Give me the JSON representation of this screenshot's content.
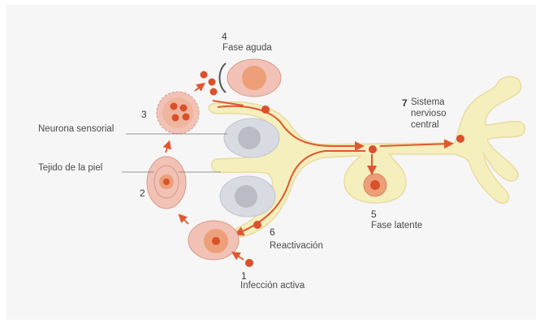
{
  "labels": {
    "stage_1_number": "1",
    "stage_1_text": "Infección activa",
    "stage_2_number": "2",
    "stage_3_number": "3",
    "stage_4_number": "4",
    "stage_4_text": "Fase aguda",
    "stage_5_number": "5",
    "stage_5_text": "Fase latente",
    "stage_6_number": "6",
    "stage_6_text": "Reactivación",
    "stage_7_number": "7",
    "stage_7_line1": "Sistema",
    "stage_7_line2": "nervioso",
    "stage_7_line3": "central",
    "neurona_sensorial": "Neurona sensorial",
    "tejido_piel": "Tejido de la piel"
  },
  "colors": {
    "neuron_fill": "#f5eebd",
    "neuron_stroke": "#e8dca0",
    "cell_fill": "#f1c2b5",
    "cell_stroke": "#d89a8a",
    "nucleus_fill": "#ec9f78",
    "virus": "#d9502a",
    "arrow": "#e0582f",
    "gray_cell": "#d9dbe2",
    "gray_nucleus": "#b9bcc5"
  }
}
